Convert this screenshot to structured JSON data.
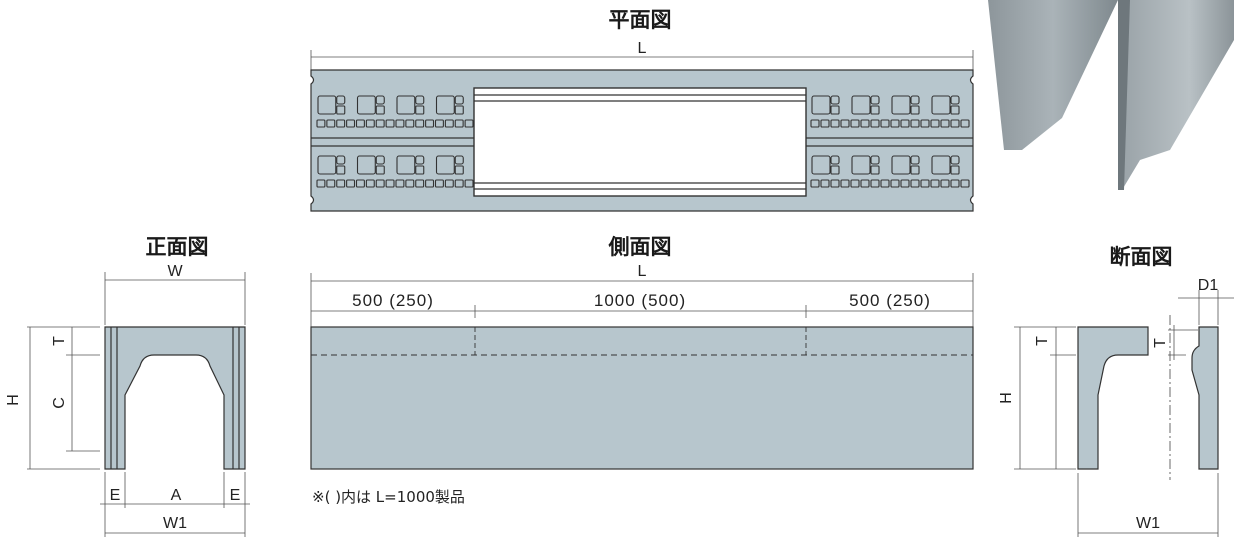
{
  "views": {
    "plan": {
      "title": "平面図",
      "dim_L": "L"
    },
    "front": {
      "title": "正面図",
      "dim_W": "W",
      "dim_H": "H",
      "dim_T": "T",
      "dim_C": "C",
      "dim_E_left": "E",
      "dim_A": "A",
      "dim_E_right": "E",
      "dim_W1": "W1"
    },
    "side": {
      "title": "側面図",
      "dim_L": "L",
      "seg_left": "500 (250)",
      "seg_mid": "1000 (500)",
      "seg_right": "500 (250)"
    },
    "section": {
      "title": "断面図",
      "dim_D1": "D1",
      "dim_T_left": "T",
      "dim_T_right": "T",
      "dim_H": "H",
      "dim_W1": "W1"
    }
  },
  "note": "※(  )内は L=1000製品",
  "colors": {
    "concrete": "#b7c6cd",
    "line": "#333333"
  }
}
